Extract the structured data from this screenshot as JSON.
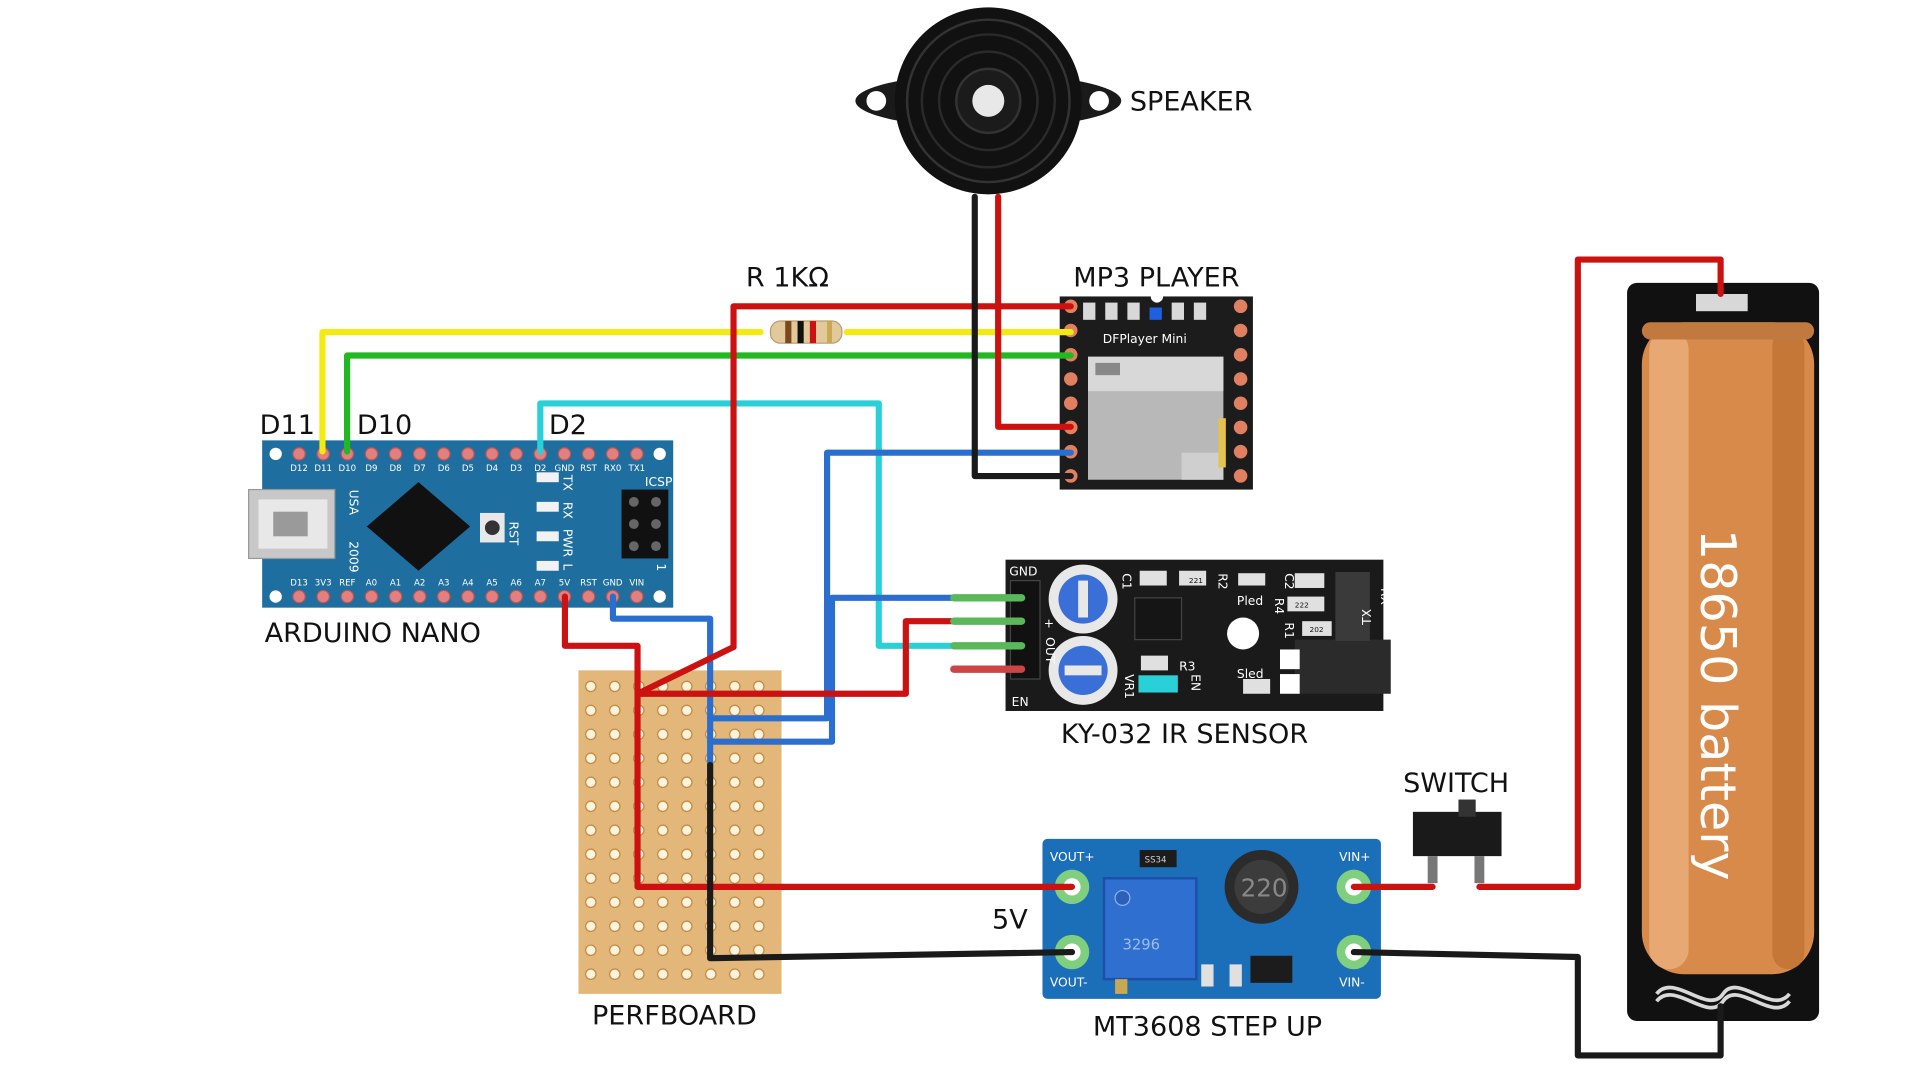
{
  "labels": {
    "speaker": "SPEAKER",
    "mp3_player": "MP3 PLAYER",
    "dfplayer_chip": "DFPlayer Mini",
    "resistor": "R 1KΩ",
    "d11": "D11",
    "d10": "D10",
    "d2": "D2",
    "arduino": "ARDUINO NANO",
    "ir_sensor": "KY-032 IR SENSOR",
    "perfboard": "PERFBOARD",
    "switch": "SWITCH",
    "step_up": "MT3608 STEP UP",
    "battery": "18650 battery",
    "five_volt": "5V"
  },
  "board_text": {
    "nano_top_pins": [
      "D12",
      "D11",
      "D10",
      "D9",
      "D8",
      "D7",
      "D6",
      "D5",
      "D4",
      "D3",
      "D2",
      "GND",
      "RST",
      "RX0",
      "TX1"
    ],
    "nano_bottom_pins": [
      "D13",
      "3V3",
      "REF",
      "A0",
      "A1",
      "A2",
      "A3",
      "A4",
      "A5",
      "A6",
      "A7",
      "5V",
      "RST",
      "GND",
      "VIN"
    ],
    "nano_usa": "USA",
    "nano_year": "2009",
    "nano_icsp": "ICSP",
    "nano_rst": "RST",
    "nano_tx": "TX",
    "nano_rx": "RX",
    "nano_pwr": "PWR",
    "nano_l": "L",
    "nano_one": "1",
    "ir_gnd": "GND",
    "ir_en": "EN",
    "ir_plus": "+",
    "ir_out": "OUT",
    "ir_pled": "Pled",
    "ir_sled": "Sled",
    "ir_c1": "C1",
    "ir_c2": "C2",
    "ir_r2": "R2",
    "ir_r3": "R3",
    "ir_r4": "R4",
    "ir_r1": "R1",
    "ir_vr1": "VR1",
    "ir_en2": "EN",
    "ir_tx": "TX",
    "ir_rx": "RX",
    "ir_res_221": "221",
    "ir_res_222": "222",
    "ir_res_202": "202",
    "mt_vout_plus": "VOUT+",
    "mt_vout_minus": "VOUT-",
    "mt_vin_plus": "VIN+",
    "mt_vin_minus": "VIN-",
    "mt_inductor": "220",
    "mt_diode": "SS34",
    "mt_pot": "3296"
  },
  "colors": {
    "wire_red": "#cc1111",
    "wire_black": "#1a1a1a",
    "wire_yellow": "#f2ea10",
    "wire_green": "#22b822",
    "wire_blue": "#2a6fd0",
    "wire_cyan": "#2ad0d8",
    "nano_board": "#1e6fa0",
    "pcb_dark": "#1c1c1c",
    "mt_board": "#1a6fb8",
    "perfboard": "#e3b679",
    "battery_body": "#d88a4a"
  }
}
